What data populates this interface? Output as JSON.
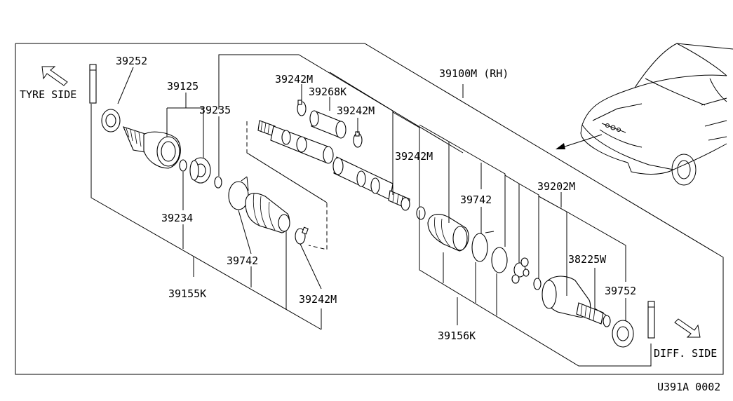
{
  "diagram_code": "U391A 0002",
  "side_labels": {
    "tyre_side": "TYRE SIDE",
    "diff_side": "DIFF. SIDE"
  },
  "part_numbers": {
    "p39252": "39252",
    "p39125": "39125",
    "p39235": "39235",
    "p39242m_a": "39242M",
    "p39268k": "39268K",
    "p39242m_b": "39242M",
    "p39100m": "39100M (RH)",
    "p39242m_c": "39242M",
    "p39234": "39234",
    "p39742_a": "39742",
    "p39155k": "39155K",
    "p39242m_d": "39242M",
    "p39742_b": "39742",
    "p39202m": "39202M",
    "p38225w": "38225W",
    "p39752": "39752",
    "p39156k": "39156K"
  },
  "icons": [
    "tyre-side-arrow-icon",
    "diff-side-arrow-icon",
    "car-silhouette-icon"
  ]
}
